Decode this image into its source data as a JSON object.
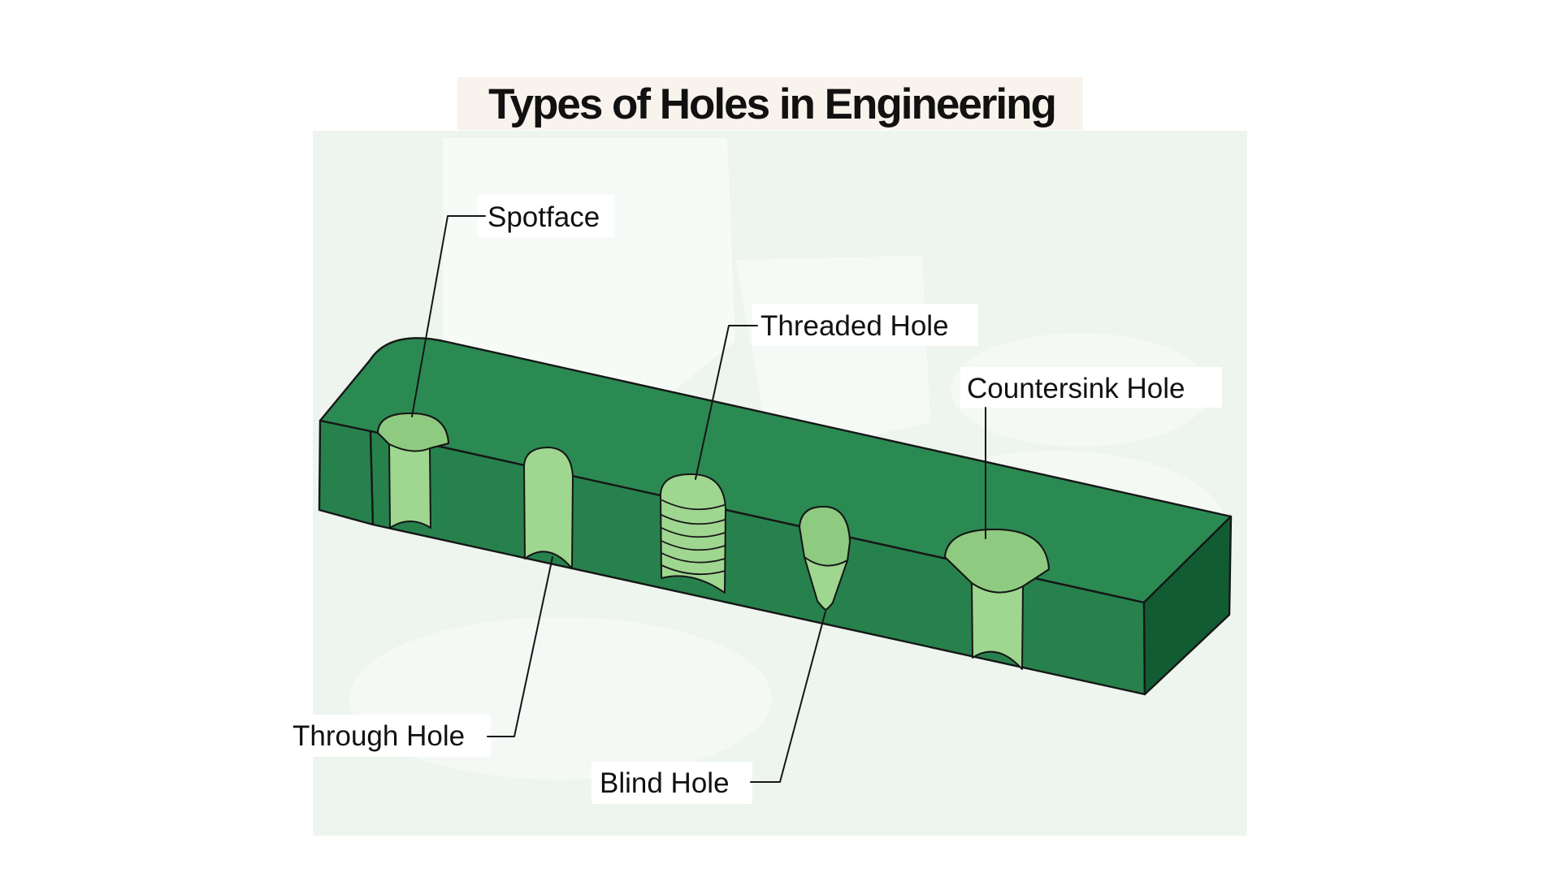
{
  "title": {
    "text": "Types of Holes in Engineering"
  },
  "labels": {
    "spotface": "Spotface",
    "threaded_hole": "Threaded Hole",
    "countersink_hole": "Countersink Hole",
    "through_hole": "Through Hole",
    "blind_hole": "Blind Hole"
  },
  "colors": {
    "top-face": "#2b8a52",
    "front-face": "#27814c",
    "side-face": "#115c32",
    "hole-light": "#9fd690",
    "hole-mid": "#8ecb80",
    "outline": "#161616",
    "text": "#111111",
    "canvas-tint": "#edf5ee",
    "title-bg": "#f8f3ec",
    "label-bg": "#ffffff"
  }
}
